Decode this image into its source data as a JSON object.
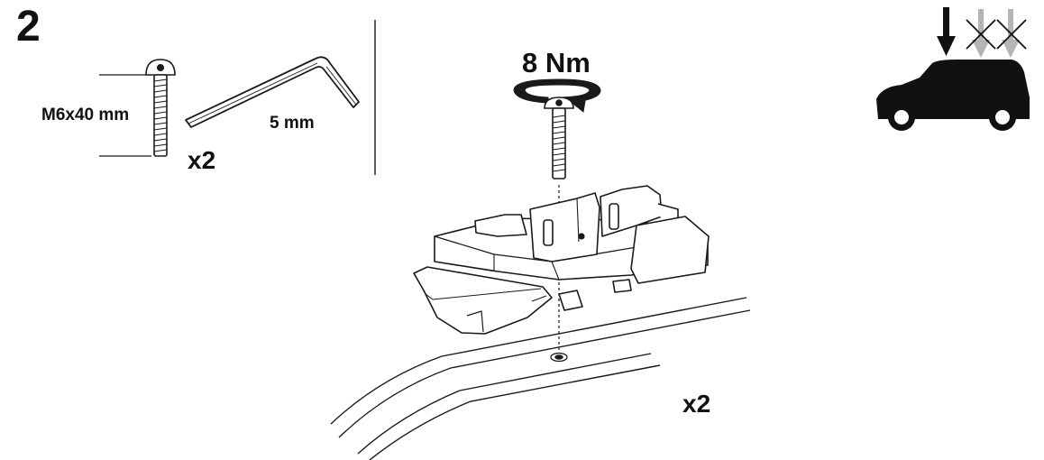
{
  "step": {
    "number": "2"
  },
  "parts": {
    "bolt_label": "M6x40 mm",
    "quantity_label": "x2",
    "key_label": "5 mm"
  },
  "assembly": {
    "torque_label": "8 Nm",
    "quantity_label": "x2"
  },
  "icons": {
    "bolt": "bolt-icon",
    "hex_key": "hex-key-icon",
    "torque": "torque-arrow-icon",
    "car_roof": "car-roof-load-icon"
  },
  "colors": {
    "ink": "#111111",
    "outline": "#1a1a1a",
    "muted_arrow": "#b5b5b5",
    "background": "#ffffff"
  }
}
